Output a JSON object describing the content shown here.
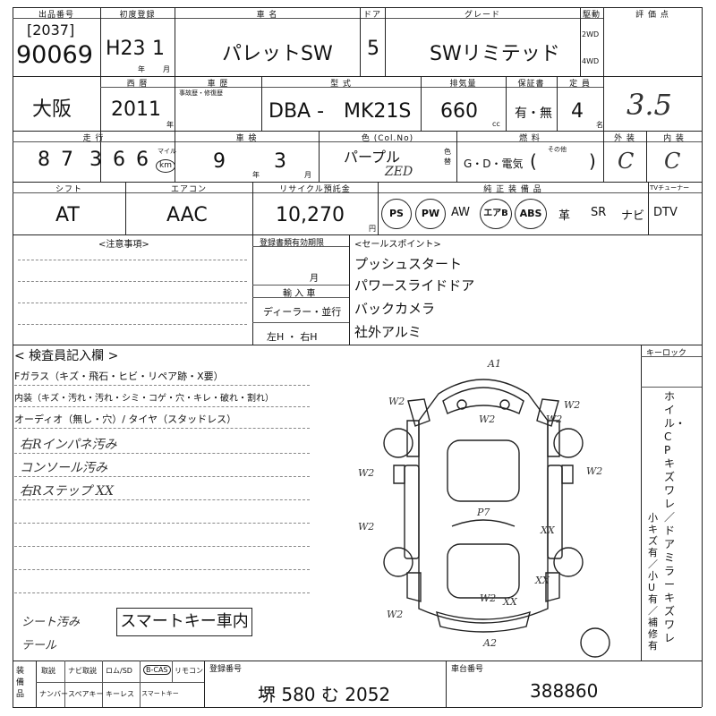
{
  "header": {
    "lot_label": "出品番号",
    "lot_sub": "[2037]",
    "lot_number": "90069",
    "first_reg_label": "初度登録",
    "first_reg_era": "H23",
    "first_reg_month": "1",
    "year_unit": "年",
    "month_unit": "月",
    "model_label": "車 名",
    "model_name": "パレットSW",
    "door_label": "ドア",
    "doors": "5",
    "grade_label": "グレード",
    "grade": "SWリミテッド",
    "drive_label": "駆動",
    "drive_2wd": "2WD",
    "drive_4wd": "4WD",
    "score_label": "評 価 点",
    "score_hw": "3.5"
  },
  "row2": {
    "region": "大阪",
    "western_label": "西 暦",
    "western_year": "2011",
    "model_year_label": "車 歴",
    "model_year_note": "事故歴・修復歴",
    "type_label": "型 式",
    "type_prefix": "DBA -",
    "type_code": "MK21S",
    "cc_label": "排気量",
    "cc": "660",
    "cc_unit": "cc",
    "warranty_label": "保証書",
    "warranty": "有・無",
    "capacity_label": "定 員",
    "capacity": "4",
    "capacity_unit": "名"
  },
  "row3": {
    "mileage_label": "走 行",
    "mileage_digits": [
      "8",
      "7",
      "3",
      "6",
      "6"
    ],
    "mileage_unit_mile": "マイル",
    "mileage_unit_km": "km",
    "inspection_label": "車 検",
    "inspection_year": "9",
    "inspection_month": "3",
    "color_label": "色 (Col.No)",
    "color": "パープル",
    "color_code_hw": "ZED",
    "color_change": "色替",
    "fuel_label": "燃 料",
    "fuel": "G・D・電気",
    "fuel_other": "その他",
    "exterior_label": "外 装",
    "exterior": "C",
    "interior_label": "内 装",
    "interior": "C"
  },
  "row4": {
    "shift_label": "シフト",
    "shift": "AT",
    "ac_label": "エアコン",
    "ac": "AAC",
    "recycle_label": "リサイクル預託金",
    "recycle": "10,270",
    "recycle_unit": "円",
    "equipment_label": "純 正 装 備 品",
    "equipment": [
      "PS",
      "PW",
      "AW",
      "エアB",
      "ABS",
      "革",
      "SR",
      "ナビ",
      "DTV"
    ],
    "circled": [
      "PS",
      "PW",
      "エアB",
      "ABS"
    ],
    "tuner_label": "TVチューナー"
  },
  "notes": {
    "caution_label": "<注意事項>",
    "reg_expiry_label": "登録書類有効期限",
    "month_unit": "月",
    "import_label": "輸 入 車",
    "import_type": "ディーラー・並行",
    "handle": "左H ・ 右H",
    "sales_label": "<セールスポイント>",
    "sales_points": [
      "プッシュスタート",
      "パワースライドドア",
      "バックカメラ",
      "社外アルミ"
    ]
  },
  "inspector": {
    "title": "< 検査員記入欄 >",
    "glass_line": "Fガラス（キズ・飛石・ヒビ・リペア跡・X要）",
    "interior_line": "内装（キズ・汚れ・汚れ・シミ・コゲ・穴・キレ・破れ・割れ）",
    "audio_line": "オーディオ（無し・穴）/ タイヤ（スタッドレス）",
    "hw_notes": [
      "右Rインパネ汚み",
      "コンソール汚み",
      "右Rステップ XX"
    ],
    "bottom_hw": [
      "シート汚み",
      "テール"
    ],
    "smart_key_box": "スマートキー車内",
    "keylock_label": "キーロック",
    "side_note": "ホイル・CPキズ ワレ／ドアミラーキズ ワレ",
    "side_note2": "小キズ有／小U有／補修有",
    "diagram_marks": [
      "A1",
      "W2",
      "W2",
      "W2",
      "W2",
      "W2",
      "W2",
      "W2",
      "P7",
      "XX",
      "XX",
      "XX",
      "W2",
      "W2",
      "A2"
    ]
  },
  "footer": {
    "equip_label": "装備品",
    "items_row1": [
      "取説",
      "ナビ取説",
      "ロム/SD",
      "B-CAS",
      "リモコン"
    ],
    "items_row2": [
      "ナンバー",
      "スペアキー",
      "キーレス",
      "スマートキー"
    ],
    "plate_label": "登録番号",
    "plate": "堺 580 む 2052",
    "chassis_label": "車台番号",
    "chassis": "388860"
  }
}
